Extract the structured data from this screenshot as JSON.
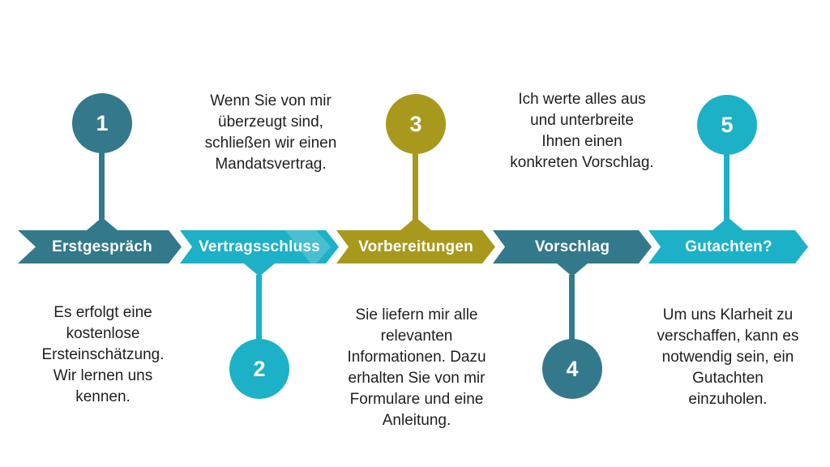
{
  "palette": {
    "teal_dark": "#33798B",
    "cyan": "#1CB1C6",
    "olive": "#A8991D",
    "background": "#FFFFFF",
    "label_text": "#FFFFFF",
    "body_text": "#1F1F1F"
  },
  "diagram": {
    "type": "process-timeline",
    "steps": [
      {
        "number": "1",
        "label": "Erstgespräch",
        "color": "#33798B",
        "marker_position": "above",
        "description_position": "below",
        "description": "Es erfolgt eine\nkostenlose\nErsteinschätzung.\nWir lernen uns\nkennen."
      },
      {
        "number": "2",
        "label": "Vertragsschluss",
        "color": "#1CB1C6",
        "marker_position": "below",
        "description_position": "above",
        "description": "Wenn Sie von mir\nüberzeugt sind,\nschließen wir einen\nMandatsvertrag."
      },
      {
        "number": "3",
        "label": "Vorbereitungen",
        "color": "#A8991D",
        "marker_position": "above",
        "description_position": "below",
        "description": "Sie liefern mir alle\nrelevanten\nInformationen. Dazu\nerhalten Sie von mir\nFormulare und eine\nAnleitung."
      },
      {
        "number": "4",
        "label": "Vorschlag",
        "color": "#33798B",
        "marker_position": "below",
        "description_position": "above",
        "description": "Ich werte alles aus\nund unterbreite\nIhnen einen\nkonkreten Vorschlag."
      },
      {
        "number": "5",
        "label": "Gutachten?",
        "color": "#1CB1C6",
        "marker_position": "above",
        "description_position": "below",
        "description": "Um uns Klarheit zu\nverschaffen, kann es\nnotwendig sein, ein\nGutachten\neinzuholen."
      }
    ]
  }
}
